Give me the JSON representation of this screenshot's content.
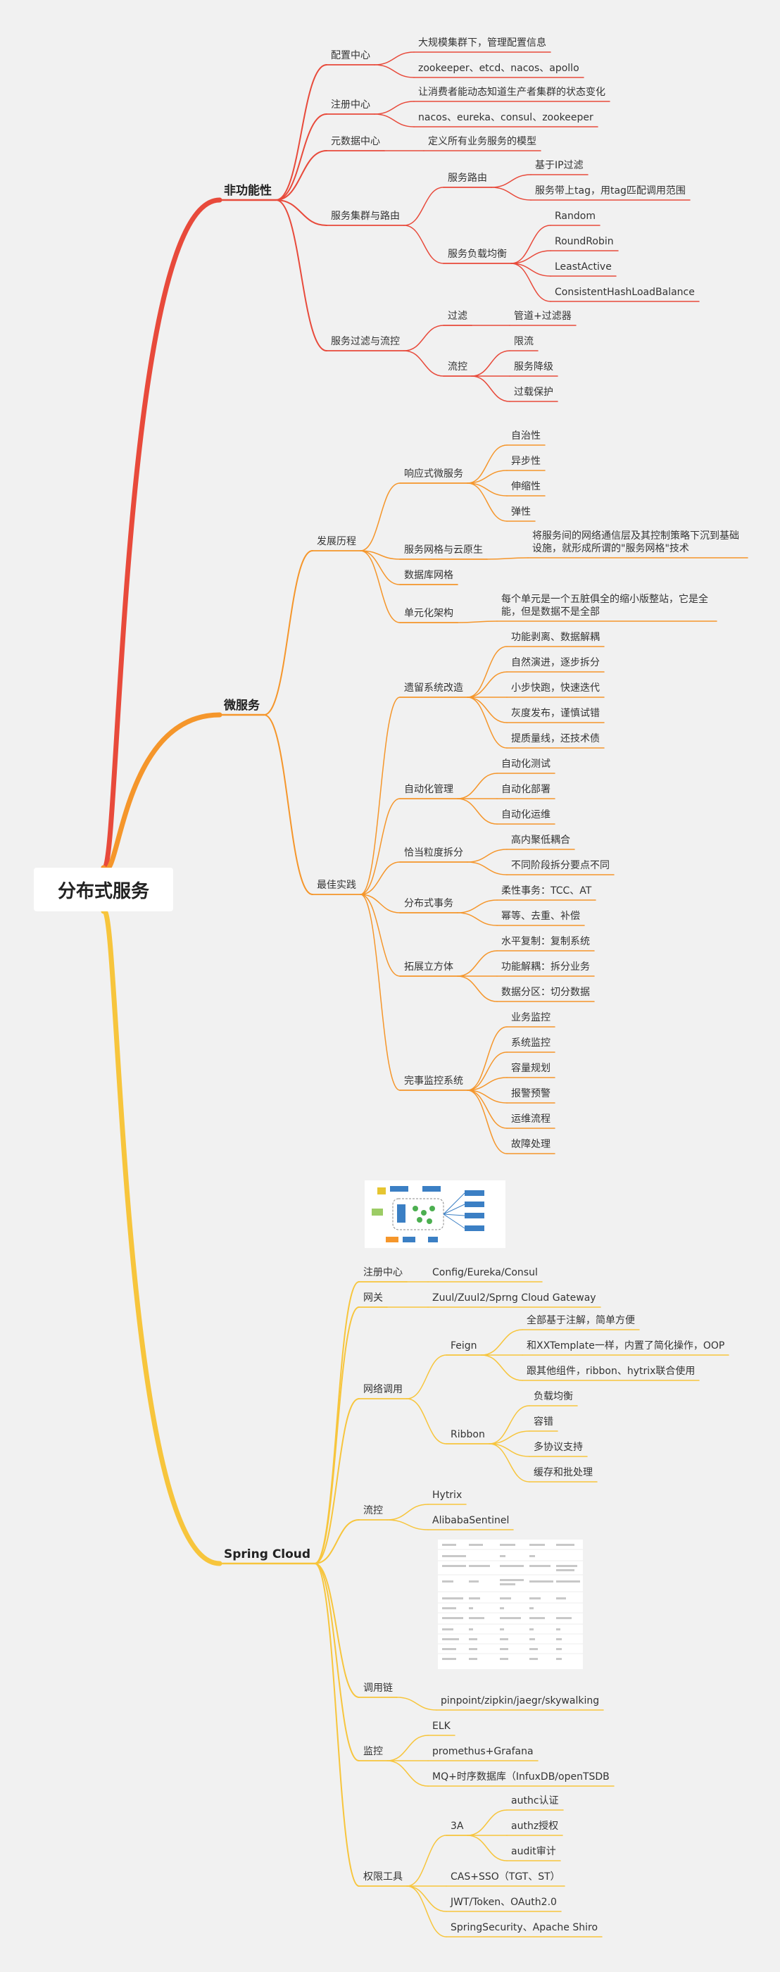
{
  "root": {
    "label": "分布式服务"
  },
  "colors": {
    "nonfunctional": "#e84a3b",
    "microservice": "#f5962b",
    "springcloud": "#f7c53c"
  },
  "nonfunctional": {
    "label": "非功能性",
    "config": {
      "label": "配置中心",
      "items": [
        "大规模集群下，管理配置信息",
        "zookeeper、etcd、nacos、apollo"
      ]
    },
    "registry": {
      "label": "注册中心",
      "items": [
        "让消费者能动态知道生产者集群的状态变化",
        "nacos、eureka、consul、zookeeper"
      ]
    },
    "metadata": {
      "label": "元数据中心",
      "items": [
        "定义所有业务服务的模型"
      ]
    },
    "cluster": {
      "label": "服务集群与路由",
      "routing": {
        "label": "服务路由",
        "items": [
          "基于IP过滤",
          "服务带上tag，用tag匹配调用范围"
        ]
      },
      "lb": {
        "label": "服务负载均衡",
        "items": [
          "Random",
          "RoundRobin",
          "LeastActive",
          "ConsistentHashLoadBalance"
        ]
      }
    },
    "filter_flow": {
      "label": "服务过滤与流控",
      "filter": {
        "label": "过滤",
        "items": [
          "管道+过滤器"
        ]
      },
      "flow": {
        "label": "流控",
        "items": [
          "限流",
          "服务降级",
          "过载保护"
        ]
      }
    }
  },
  "microservice": {
    "label": "微服务",
    "history": {
      "label": "发展历程",
      "reactive": {
        "label": "响应式微服务",
        "items": [
          "自治性",
          "异步性",
          "伸缩性",
          "弹性"
        ]
      },
      "mesh": {
        "label": "服务网格与云原生",
        "desc": "将服务间的网络通信层及其控制策略下沉到基础设施，就形成所谓的\"服务网格\"技术"
      },
      "dbmesh": {
        "label": "数据库网格"
      },
      "cell": {
        "label": "单元化架构",
        "desc": "每个单元是一个五脏俱全的缩小版整站，它是全能，但是数据不是全部"
      }
    },
    "practice": {
      "label": "最佳实践",
      "legacy": {
        "label": "遗留系统改造",
        "items": [
          "功能剥离、数据解耦",
          "自然演进，逐步拆分",
          "小步快跑，快速迭代",
          "灰度发布，谨慎试错",
          "提质量线，还技术债"
        ]
      },
      "automation": {
        "label": "自动化管理",
        "items": [
          "自动化测试",
          "自动化部署",
          "自动化运维"
        ]
      },
      "granularity": {
        "label": "恰当粒度拆分",
        "items": [
          "高内聚低耦合",
          "不同阶段拆分要点不同"
        ]
      },
      "transaction": {
        "label": "分布式事务",
        "items": [
          "柔性事务：TCC、AT",
          "幂等、去重、补偿"
        ]
      },
      "cube": {
        "label": "拓展立方体",
        "items": [
          "水平复制：复制系统",
          "功能解耦：拆分业务",
          "数据分区：切分数据"
        ]
      },
      "monitoring": {
        "label": "完事监控系统",
        "items": [
          "业务监控",
          "系统监控",
          "容量规划",
          "报警预警",
          "运维流程",
          "故障处理"
        ]
      }
    }
  },
  "springcloud": {
    "label": "Spring Cloud",
    "registry": {
      "label": "注册中心",
      "items": [
        "Config/Eureka/Consul"
      ]
    },
    "gateway": {
      "label": "网关",
      "items": [
        "Zuul/Zuul2/Sprng Cloud Gateway"
      ]
    },
    "rpc": {
      "label": "网络调用",
      "feign": {
        "label": "Feign",
        "items": [
          "全部基于注解，简单方便",
          "和XXTemplate一样，内置了简化操作，OOP",
          "跟其他组件，ribbon、hytrix联合使用"
        ]
      },
      "ribbon": {
        "label": "Ribbon",
        "items": [
          "负载均衡",
          "容错",
          "多协议支持",
          "缓存和批处理"
        ]
      }
    },
    "flow": {
      "label": "流控",
      "items": [
        "Hytrix",
        "AlibabaSentinel"
      ]
    },
    "trace": {
      "label": "调用链",
      "items": [
        "pinpoint/zipkin/jaegr/skywalking"
      ]
    },
    "monitor": {
      "label": "监控",
      "items": [
        "ELK",
        "promethus+Grafana",
        "MQ+时序数据库（InfuxDB/openTSDB"
      ]
    },
    "auth": {
      "label": "权限工具",
      "aaa": {
        "label": "3A",
        "items": [
          "authc认证",
          "authz授权",
          "audit审计"
        ]
      },
      "items": [
        "CAS+SSO（TGT、ST）",
        "JWT/Token、OAuth2.0",
        "SpringSecurity、Apache Shiro"
      ]
    }
  }
}
